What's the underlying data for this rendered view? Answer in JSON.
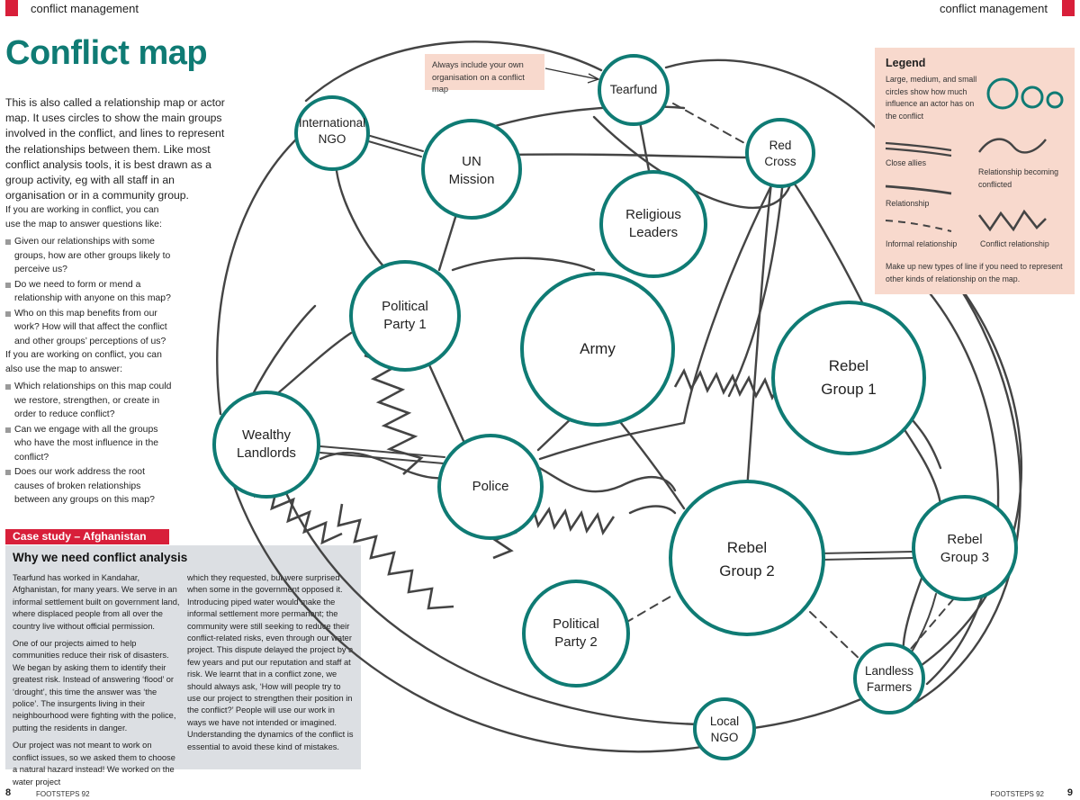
{
  "header": {
    "left_section": "conflict management",
    "right_section": "conflict management"
  },
  "page_title": "Conflict map",
  "intro_text": "This is also called a relationship map or actor map. It uses circles to show the main groups involved in the conflict, and lines to represent the relationships between them. Like most conflict analysis tools, it is best drawn as a group activity, eg with all staff in an organisation or in a community group.",
  "working_in": {
    "lead": "If you are working in conflict, you can use the map to answer questions like:",
    "items": [
      "Given our relationships with some groups, how are other groups likely to perceive us?",
      "Do we need to form or mend a relationship with anyone on this map?",
      "Who on this map benefits from our work? How will that affect the conflict and other groups’ perceptions of us?"
    ]
  },
  "working_on": {
    "lead": "If you are working on conflict, you can also use the map to answer:",
    "items": [
      "Which relationships on this map could we restore, strengthen, or create in order to reduce conflict?",
      "Can we engage with all the groups who have the most influence in the conflict?",
      "Does our work address the root causes of broken relationships between any groups on this map?"
    ]
  },
  "case_study": {
    "tag": "Case study – Afghanistan",
    "heading": "Why we need conflict analysis",
    "col1": [
      "Tearfund has worked in Kandahar, Afghanistan, for many years. We serve in an informal settlement built on government land, where displaced people from all over the country live without official permission.",
      "One of our projects aimed to help communities reduce their risk of disasters. We began by asking them to identify their greatest risk. Instead of answering ‘flood’ or ‘drought’, this time the answer was ‘the police’. The insurgents living in their neighbourhood were fighting with the police, putting the residents in danger.",
      "Our project was not meant to work on conflict issues, so we asked them to choose a natural hazard instead! We worked on the water project"
    ],
    "col2": [
      "which they requested, but were surprised when some in the government opposed it. Introducing piped water would make the informal settlement more permanent; the community were still seeking to reduce their conflict-related risks, even through our water project. This dispute delayed the project by a few years and put our reputation and staff at risk. We learnt that in a conflict zone, we should always ask, ‘How will people try to use our project to strengthen their position in the conflict?’ People will use our work in ways we have not intended or imagined. Understanding the dynamics of the conflict is essential to avoid these kind of mistakes."
    ]
  },
  "note": "Always include your own organisation on a conflict map",
  "legend": {
    "title": "Legend",
    "size_text": "Large, medium, and small circles show how much influence an actor has on the conflict",
    "close_allies": "Close allies",
    "relationship": "Relationship",
    "informal": "Informal relationship",
    "becoming_conflicted": "Relationship becoming conflicted",
    "conflict": "Conflict relationship",
    "footer": "Make up new types of line if you need to represent other kinds of relationship on the map."
  },
  "actors": [
    {
      "id": "tearfund",
      "label": "Tearfund"
    },
    {
      "id": "intl_ngo",
      "label": "International\nNGO"
    },
    {
      "id": "un",
      "label": "UN\nMission"
    },
    {
      "id": "red_cross",
      "label": "Red\nCross"
    },
    {
      "id": "religious",
      "label": "Religious\nLeaders"
    },
    {
      "id": "party1",
      "label": "Political\nParty 1"
    },
    {
      "id": "army",
      "label": "Army"
    },
    {
      "id": "rebel1",
      "label": "Rebel\nGroup 1"
    },
    {
      "id": "landlords",
      "label": "Wealthy\nLandlords"
    },
    {
      "id": "police",
      "label": "Police"
    },
    {
      "id": "rebel2",
      "label": "Rebel\nGroup 2"
    },
    {
      "id": "rebel3",
      "label": "Rebel\nGroup 3"
    },
    {
      "id": "party2",
      "label": "Political\nParty 2"
    },
    {
      "id": "landless",
      "label": "Landless\nFarmers"
    },
    {
      "id": "local_ngo",
      "label": "Local\nNGO"
    }
  ],
  "footer": {
    "left_page": "8",
    "left_pub": "FOOTSTEPS 92",
    "right_pub": "FOOTSTEPS 92",
    "right_page": "9"
  },
  "colors": {
    "accent_red": "#d81f3a",
    "teal": "#0f7b74",
    "legend_bg": "#f8d9cd",
    "case_bg": "#dcdfe3"
  }
}
